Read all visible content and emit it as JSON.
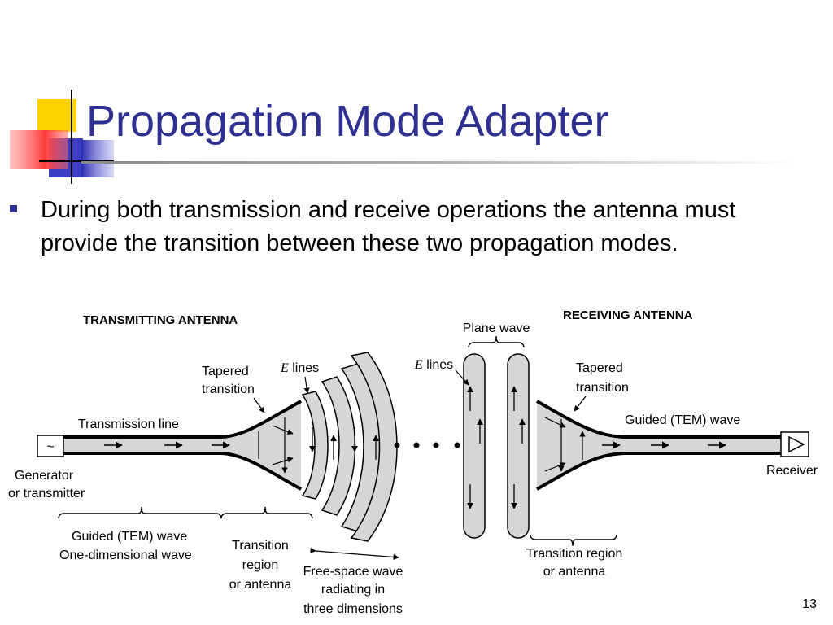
{
  "slide": {
    "title": "Propagation Mode Adapter",
    "bullet": "During both transmission and receive operations the antenna must provide the transition between these two propagation modes.",
    "page_number": "13"
  },
  "figure": {
    "transmitting_heading": "TRANSMITTING ANTENNA",
    "receiving_heading": "RECEIVING ANTENNA",
    "tx_tapered": [
      "Tapered",
      "transition"
    ],
    "tx_e_lines_italic": "E",
    "tx_e_lines_rest": " lines",
    "transmission_line": "Transmission line",
    "generator_symbol": "~",
    "generator": [
      "Generator",
      "or transmitter"
    ],
    "guided_one_dim": [
      "Guided (TEM) wave",
      "One-dimensional wave"
    ],
    "transition_region_left": [
      "Transition",
      "region",
      "or antenna"
    ],
    "free_space": [
      "Free-space wave",
      "radiating in",
      "three dimensions"
    ],
    "plane_wave": "Plane wave",
    "rx_e_lines_italic": "E",
    "rx_e_lines_rest": " lines",
    "rx_tapered": [
      "Tapered",
      "transition"
    ],
    "rx_guided": "Guided (TEM) wave",
    "receiver": "Receiver",
    "transition_region_right": [
      "Transition region",
      "or antenna"
    ]
  },
  "colors": {
    "title": "#2e3192",
    "bullet": "#2e3192",
    "deco_yellow": "#ffd200",
    "deco_blue": "#3b3ec2",
    "deco_red": "#ff4a4a",
    "wave_fill": "#d6d6d6"
  }
}
